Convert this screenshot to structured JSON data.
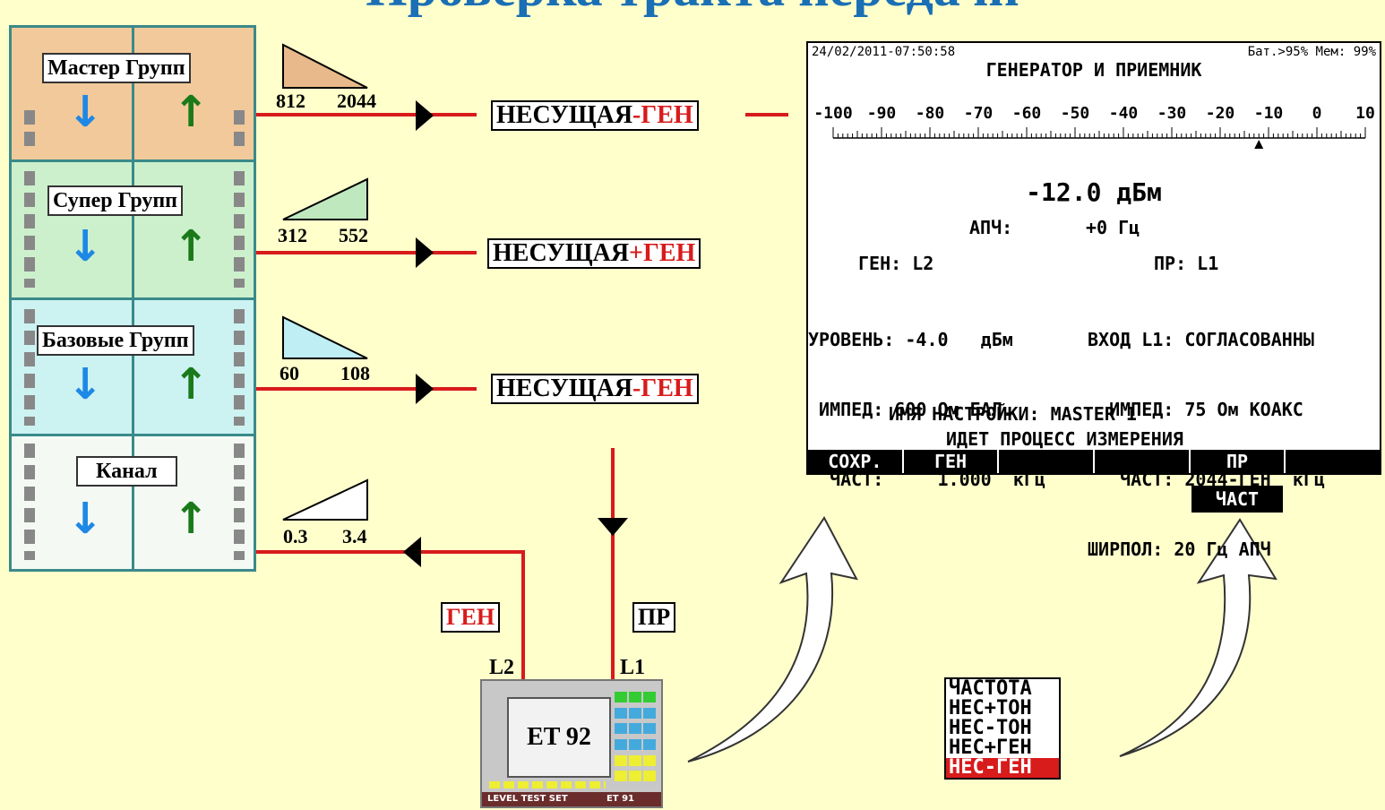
{
  "title": "Проверка тракта передачи",
  "bands": [
    {
      "label": "Мастер Групп",
      "freq_low": "812",
      "freq_high": "2044",
      "mode_prefix": "НЕСУЩАЯ",
      "mode_sign": "-",
      "mode_suffix": "ГЕН"
    },
    {
      "label": "Супер Групп",
      "freq_low": "312",
      "freq_high": "552",
      "mode_prefix": "НЕСУЩАЯ",
      "mode_sign": "+",
      "mode_suffix": "ГЕН"
    },
    {
      "label": "Базовые Групп",
      "freq_low": "60",
      "freq_high": "108",
      "mode_prefix": "НЕСУЩАЯ",
      "mode_sign": "-",
      "mode_suffix": "ГЕН"
    },
    {
      "label": "Канал",
      "freq_low": "0.3",
      "freq_high": "3.4"
    }
  ],
  "connections": {
    "gen": "ГЕН",
    "rx": "ПР",
    "l2": "L2",
    "l1": "L1"
  },
  "device": {
    "name": "ET 92",
    "footer_left": "LEVEL TEST SET",
    "footer_right": "ET 91"
  },
  "screen": {
    "datetime": "24/02/2011-07:50:58",
    "status": "Бат.>95% Мем: 99%",
    "heading": "ГЕНЕРАТОР И ПРИЕМНИК",
    "scale": [
      "-100",
      "-90",
      "-80",
      "-70",
      "-60",
      "-50",
      "-40",
      "-30",
      "-20",
      "-10",
      "0",
      "10"
    ],
    "level": "-12.0 дБм",
    "afc_label": "АПЧ:",
    "afc_value": "+0 Гц",
    "gen_label": "ГЕН: L2",
    "rx_label": "ПР: L1",
    "left_rows": [
      "УРОВЕНЬ: -4.0   дБм",
      " ИМПЕД: 600 Ом БАЛ.",
      "  ЧАСТ:     1.000  кГц"
    ],
    "right_rows": [
      "ВХОД L1: СОГЛАСОВАННЫ",
      "  ИМПЕД: 75 Ом КОАКС",
      "   ЧАСТ: 2044-ГЕН  кГц",
      "ШИРПОЛ: 20 Гц АПЧ"
    ],
    "setup_name": "ИМЯ НАСТРОЙКИ: MASTER 1",
    "progress": "ИДЕТ ПРОЦЕСС ИЗМЕРЕНИЯ",
    "softkeys": [
      "СОХР.",
      "ГЕН",
      "",
      "",
      "ПР",
      ""
    ],
    "marker_value_db": -12
  },
  "chast_key": "ЧАСТ",
  "menu": {
    "items": [
      "ЧАСТОТА",
      "НЕС+ТОН",
      "НЕС-ТОН",
      "НЕС+ГЕН",
      "НЕС-ГЕН"
    ],
    "selected": "НЕС-ГЕН"
  },
  "colors": {
    "background": "#ffffcc",
    "accent_red": "#d81b1b",
    "title_blue": "#1a6fb5"
  }
}
